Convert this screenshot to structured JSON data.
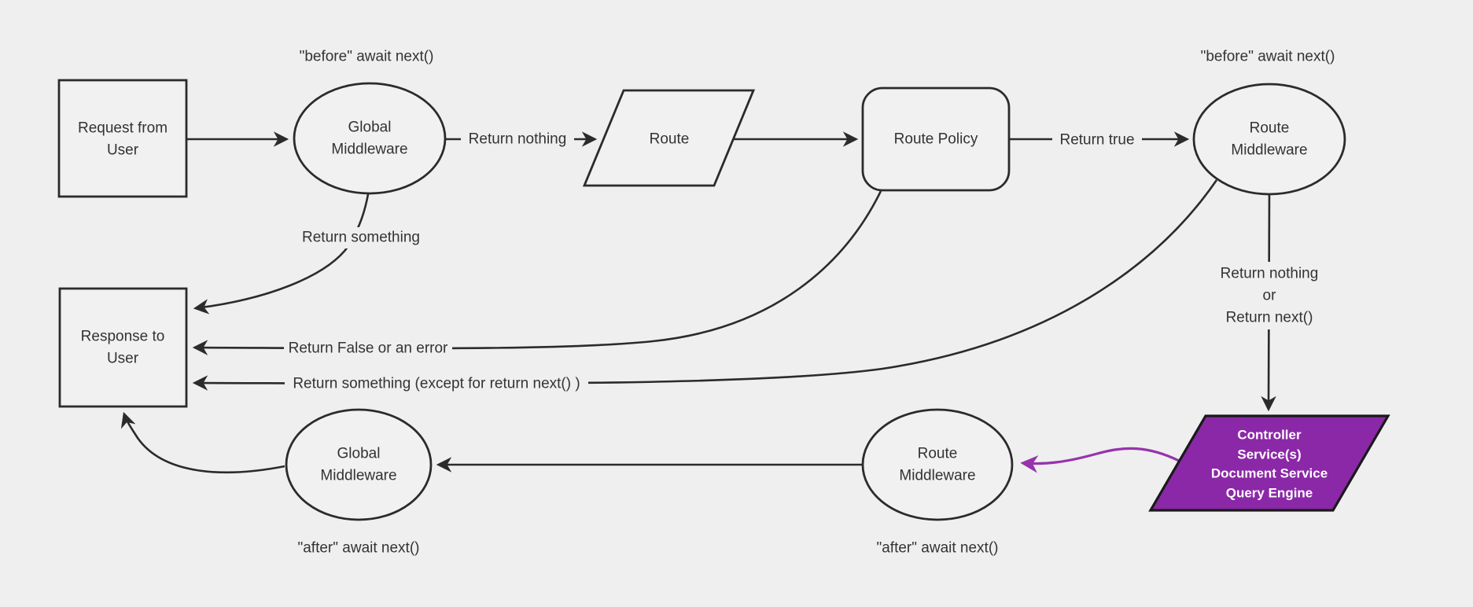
{
  "theme": {
    "bg": "#efefef",
    "line": "#2b2b2b",
    "text": "#333333",
    "node_fill": "#f1f1f1",
    "purple_fill": "#8b28a7",
    "purple_border": "#1a1a1a",
    "purple_arrow": "#9633ad"
  },
  "nodes": {
    "request": {
      "lines": [
        "Request from",
        "User"
      ]
    },
    "global_middleware_top": {
      "lines": [
        "Global",
        "Middleware"
      ]
    },
    "route": {
      "label": "Route"
    },
    "route_policy": {
      "label": "Route Policy"
    },
    "route_middleware_top": {
      "lines": [
        "Route",
        "Middleware"
      ]
    },
    "response": {
      "lines": [
        "Response to",
        "User"
      ]
    },
    "controller": {
      "lines": [
        "Controller",
        "Service(s)",
        "Document Service",
        "Query Engine"
      ]
    },
    "route_middleware_bottom": {
      "lines": [
        "Route",
        "Middleware"
      ]
    },
    "global_middleware_bottom": {
      "lines": [
        "Global",
        "Middleware"
      ]
    }
  },
  "edge_labels": {
    "before_await_left": "\"before\" await next()",
    "before_await_right": "\"before\" await next()",
    "after_await_left": "\"after\" await next()",
    "after_await_right": "\"after\" await next()",
    "return_nothing": "Return nothing",
    "return_true": "Return true",
    "return_something": "Return something",
    "return_false_or_error": "Return False or an error",
    "return_something_except": "Return something (except for return next() )",
    "return_nothing_or": {
      "lines": [
        "Return nothing",
        "or",
        "Return next()"
      ]
    }
  }
}
